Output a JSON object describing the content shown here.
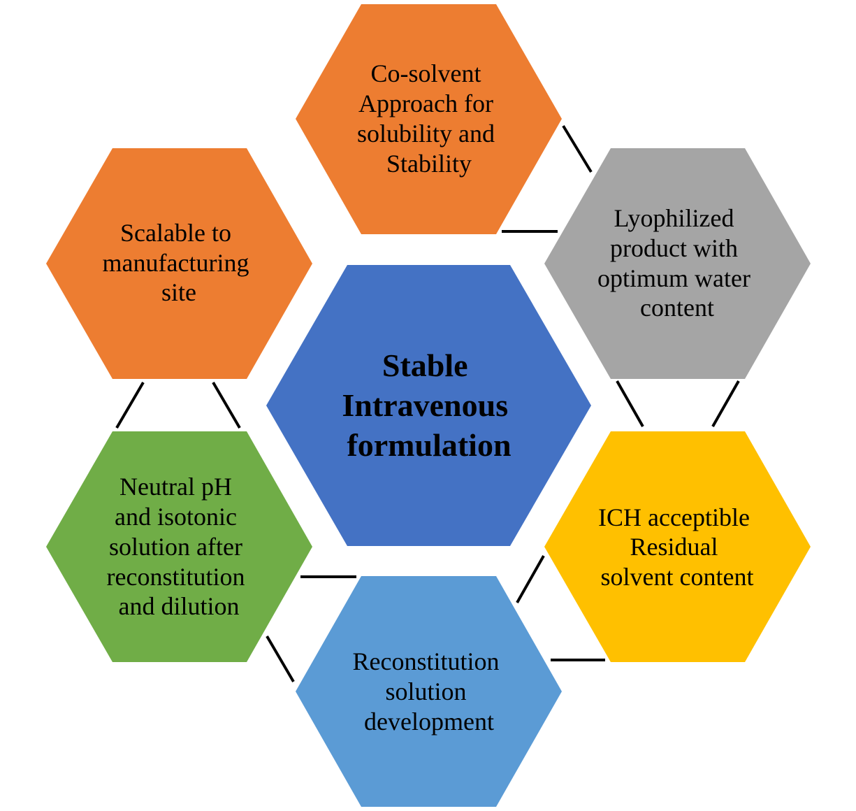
{
  "center": {
    "lines": [
      "Stable",
      "Intravenous",
      "formulation"
    ],
    "color": "#4472C4"
  },
  "hexagons": [
    {
      "id": "co-solvent",
      "lines": [
        "Co-solvent",
        "Approach for",
        "solubility and",
        "Stability"
      ],
      "color": "#ED7D31"
    },
    {
      "id": "lyophilized",
      "lines": [
        "Lyophilized",
        "product with",
        "optimum water",
        "content"
      ],
      "color": "#A5A5A5"
    },
    {
      "id": "ich-residual-solvent",
      "lines": [
        "ICH acceptible",
        "Residual",
        "solvent content"
      ],
      "color": "#FFC000"
    },
    {
      "id": "reconstitution-solution",
      "lines": [
        "Reconstitution",
        "solution",
        "development"
      ],
      "color": "#5B9BD5"
    },
    {
      "id": "neutral-ph",
      "lines": [
        "Neutral pH",
        "and isotonic",
        "solution after",
        "reconstitution",
        "and dilution"
      ],
      "color": "#70AD47"
    },
    {
      "id": "scalable",
      "lines": [
        "Scalable to",
        "manufacturing",
        "site"
      ],
      "color": "#ED7D31"
    }
  ]
}
